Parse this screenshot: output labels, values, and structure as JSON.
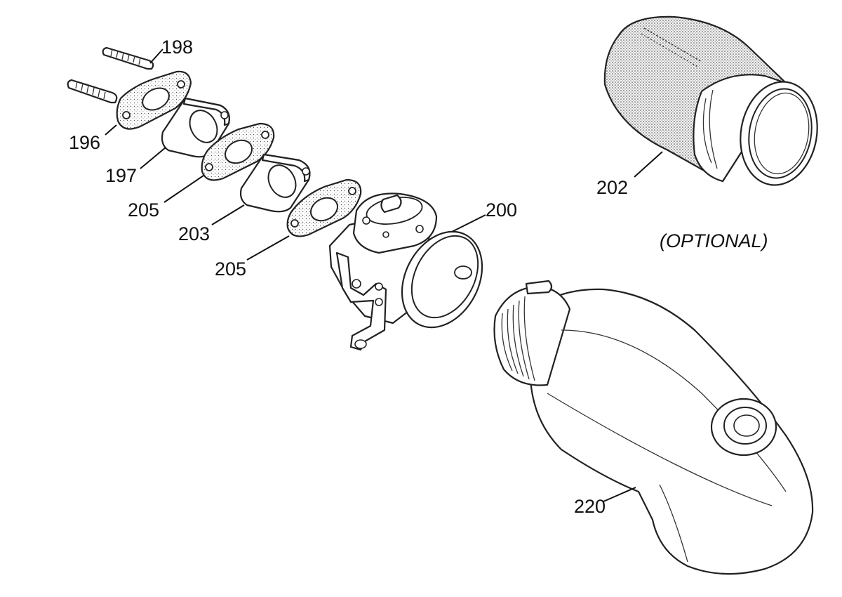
{
  "labels": {
    "p198": "198",
    "p196": "196",
    "p197": "197",
    "p205a": "205",
    "p203": "203",
    "p205b": "205",
    "p200": "200",
    "p202": "202",
    "p220": "220"
  },
  "note": "(OPTIONAL)"
}
